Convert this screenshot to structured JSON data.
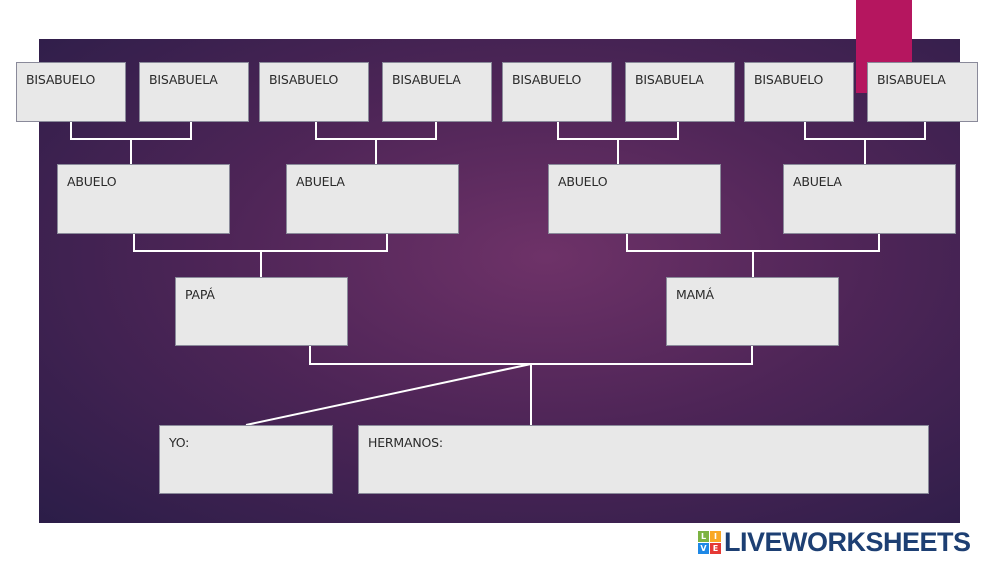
{
  "colors": {
    "background_panel": "#4e2557",
    "accent_bar": "#b5165f",
    "box_fill": "#e8e8e8",
    "connector": "#ffffff",
    "logo_text": "#1d3f73"
  },
  "great_grandparents": [
    "BISABUELO",
    "BISABUELA",
    "BISABUELO",
    "BISABUELA",
    "BISABUELO",
    "BISABUELA",
    "BISABUELO",
    "BISABUELA"
  ],
  "grandparents": [
    "ABUELO",
    "ABUELA",
    "ABUELO",
    "ABUELA"
  ],
  "parents": [
    "PAPÁ",
    "MAMÁ"
  ],
  "children": {
    "self": "YO:",
    "siblings": "HERMANOS:"
  },
  "logo": {
    "letters": [
      "L",
      "I",
      "V",
      "E"
    ],
    "text": "LIVEWORKSHEETS"
  }
}
